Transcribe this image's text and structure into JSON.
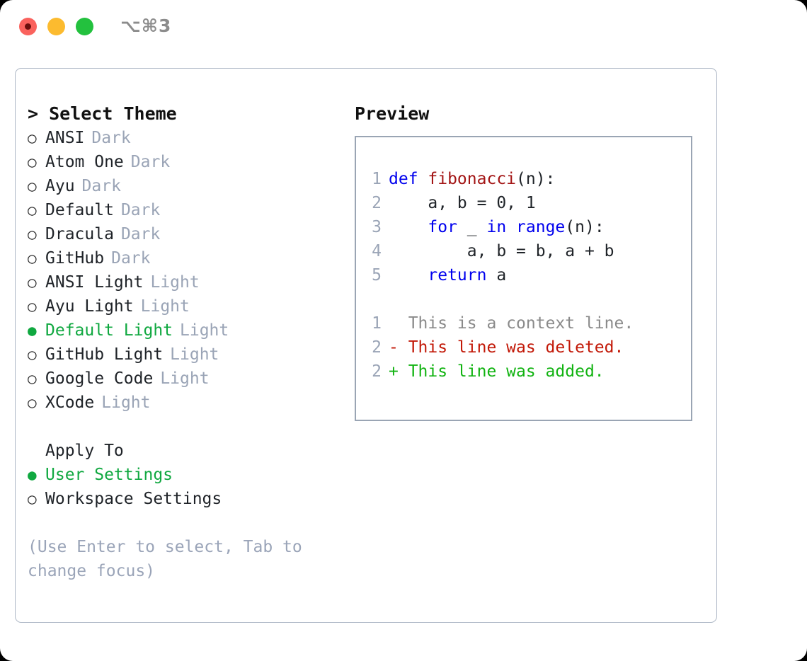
{
  "window": {
    "shortcut": "⌥⌘3",
    "traffic_lights": [
      {
        "name": "close-button",
        "color": "#fa625d"
      },
      {
        "name": "minimize-button",
        "color": "#fcbb2f"
      },
      {
        "name": "maximize-button",
        "color": "#23c13e"
      }
    ]
  },
  "theme_picker": {
    "title": "> Select Theme",
    "marker_unselected": "○",
    "marker_selected": "●",
    "items": [
      {
        "label": "ANSI",
        "tag": "Dark",
        "selected": false
      },
      {
        "label": "Atom One",
        "tag": "Dark",
        "selected": false
      },
      {
        "label": "Ayu",
        "tag": "Dark",
        "selected": false
      },
      {
        "label": "Default",
        "tag": "Dark",
        "selected": false
      },
      {
        "label": "Dracula",
        "tag": "Dark",
        "selected": false
      },
      {
        "label": "GitHub",
        "tag": "Dark",
        "selected": false
      },
      {
        "label": "ANSI Light",
        "tag": "Light",
        "selected": false
      },
      {
        "label": "Ayu Light",
        "tag": "Light",
        "selected": false
      },
      {
        "label": "Default Light",
        "tag": "Light",
        "selected": true
      },
      {
        "label": "GitHub Light",
        "tag": "Light",
        "selected": false
      },
      {
        "label": "Google Code",
        "tag": "Light",
        "selected": false
      },
      {
        "label": "XCode",
        "tag": "Light",
        "selected": false
      }
    ]
  },
  "apply_to": {
    "title": "Apply To",
    "items": [
      {
        "label": "User Settings",
        "selected": true
      },
      {
        "label": "Workspace Settings",
        "selected": false
      }
    ]
  },
  "hint": "(Use Enter to select, Tab to change focus)",
  "preview": {
    "title": "Preview",
    "code_lines": [
      {
        "no": "1",
        "tokens": [
          {
            "t": "def ",
            "c": "kw"
          },
          {
            "t": "fibonacci",
            "c": "fn"
          },
          {
            "t": "(n):",
            "c": "txt"
          }
        ]
      },
      {
        "no": "2",
        "tokens": [
          {
            "t": "    a, b = 0, 1",
            "c": "txt"
          }
        ]
      },
      {
        "no": "3",
        "tokens": [
          {
            "t": "    ",
            "c": "txt"
          },
          {
            "t": "for",
            "c": "kw"
          },
          {
            "t": " _ ",
            "c": "txt"
          },
          {
            "t": "in",
            "c": "kw"
          },
          {
            "t": " ",
            "c": "txt"
          },
          {
            "t": "range",
            "c": "bi"
          },
          {
            "t": "(n):",
            "c": "txt"
          }
        ]
      },
      {
        "no": "4",
        "tokens": [
          {
            "t": "        a, b = b, a + b",
            "c": "txt"
          }
        ]
      },
      {
        "no": "5",
        "tokens": [
          {
            "t": "    ",
            "c": "txt"
          },
          {
            "t": "return",
            "c": "kw"
          },
          {
            "t": " a",
            "c": "txt"
          }
        ]
      }
    ],
    "diff_lines": [
      {
        "no": "1",
        "sign": "  ",
        "text": "This is a context line.",
        "kind": "ctx"
      },
      {
        "no": "2",
        "sign": "- ",
        "text": "This line was deleted.",
        "kind": "del"
      },
      {
        "no": "2",
        "sign": "+ ",
        "text": "This line was added.",
        "kind": "add"
      }
    ]
  },
  "colors": {
    "selected_green": "#10a840",
    "tag_gray": "#9aa4b6",
    "hint_gray": "#9aa4b8",
    "keyword_blue": "#0000ee",
    "function_red": "#a31515",
    "diff_delete_red": "#c21807",
    "diff_add_green": "#11b311",
    "panel_border": "#aeb8c6",
    "preview_border": "#9aa5b4"
  }
}
